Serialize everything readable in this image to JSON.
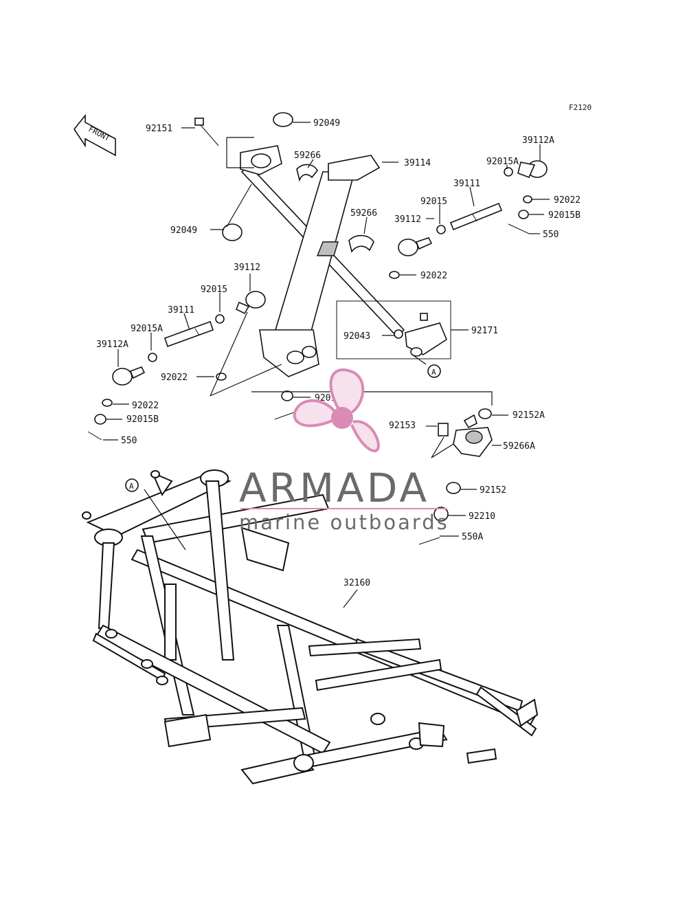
{
  "figure_code": "F2120",
  "front_arrow_text": "FRONT",
  "ref_marker": "A",
  "watermark": {
    "brand": "ARMADA",
    "tagline": "marine outboards",
    "color": "#d98bb5"
  },
  "callouts": [
    {
      "id": "c1",
      "text": "92151"
    },
    {
      "id": "c2",
      "text": "92049"
    },
    {
      "id": "c3",
      "text": "59266"
    },
    {
      "id": "c4",
      "text": "39114"
    },
    {
      "id": "c5",
      "text": "39112A"
    },
    {
      "id": "c6",
      "text": "92015A"
    },
    {
      "id": "c7",
      "text": "39111"
    },
    {
      "id": "c8",
      "text": "92015"
    },
    {
      "id": "c9",
      "text": "92022"
    },
    {
      "id": "c10",
      "text": "39112"
    },
    {
      "id": "c11",
      "text": "92015B"
    },
    {
      "id": "c12",
      "text": "92049"
    },
    {
      "id": "c13",
      "text": "59266"
    },
    {
      "id": "c14",
      "text": "550"
    },
    {
      "id": "c15",
      "text": "92022"
    },
    {
      "id": "c16",
      "text": "39112"
    },
    {
      "id": "c17",
      "text": "92015"
    },
    {
      "id": "c18",
      "text": "39111"
    },
    {
      "id": "c19",
      "text": "92015A"
    },
    {
      "id": "c20",
      "text": "92043"
    },
    {
      "id": "c21",
      "text": "92171"
    },
    {
      "id": "c22",
      "text": "39112A"
    },
    {
      "id": "c23",
      "text": "92022"
    },
    {
      "id": "c24",
      "text": "92015B"
    },
    {
      "id": "c25",
      "text": "550"
    },
    {
      "id": "c26",
      "text": "92022"
    },
    {
      "id": "c27",
      "text": "92015B"
    },
    {
      "id": "c28",
      "text": "550"
    },
    {
      "id": "c29",
      "text": "92152A"
    },
    {
      "id": "c30",
      "text": "92153"
    },
    {
      "id": "c31",
      "text": "59266A"
    },
    {
      "id": "c32",
      "text": "92152"
    },
    {
      "id": "c33",
      "text": "92210"
    },
    {
      "id": "c34",
      "text": "550A"
    },
    {
      "id": "c35",
      "text": "32160"
    }
  ]
}
